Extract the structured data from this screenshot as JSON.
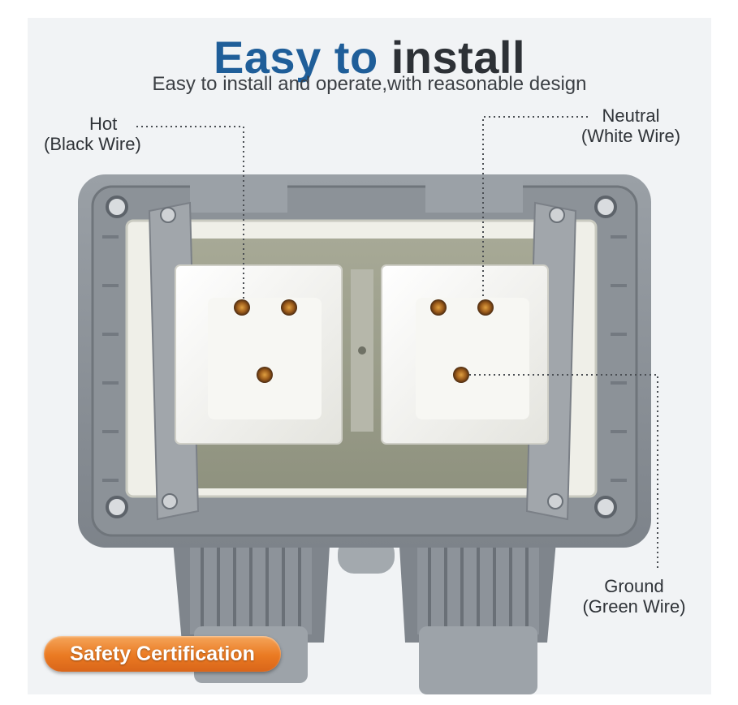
{
  "headline": {
    "part_a": "Easy",
    "part_b": "to",
    "part_c": "install"
  },
  "subheadline": "Easy to install and operate,with reasonable design",
  "callouts": {
    "hot": {
      "line1": "Hot",
      "line2": "(Black Wire)"
    },
    "neutral": {
      "line1": "Neutral",
      "line2": "(White Wire)"
    },
    "ground": {
      "line1": "Ground",
      "line2": "(Green Wire)"
    }
  },
  "badge": "Safety Certification",
  "colors": {
    "headline_blue": "#1f5e99",
    "headline_dark": "#2d3136",
    "housing_gray": "#8a9096",
    "badge_orange": "#ea7a22"
  }
}
